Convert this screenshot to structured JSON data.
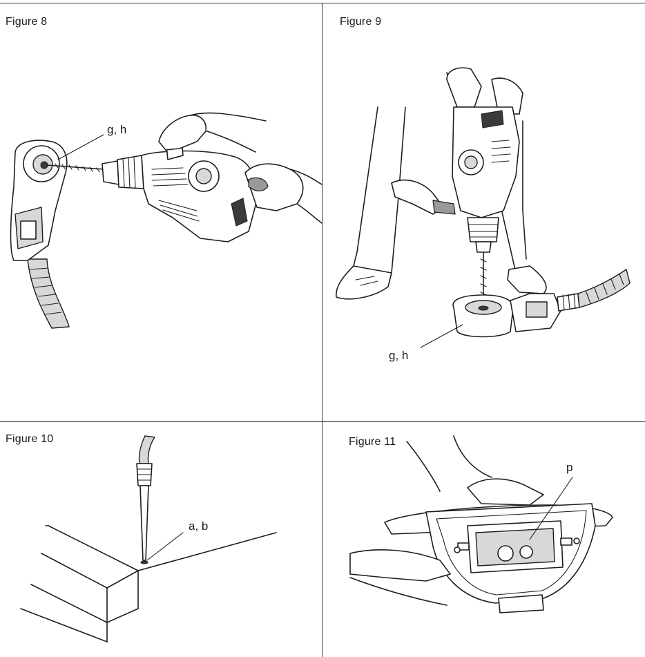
{
  "figures": [
    {
      "id": "fig8",
      "title": "Figure 8",
      "callout": "g, h"
    },
    {
      "id": "fig9",
      "title": "Figure 9",
      "callout": "g, h"
    },
    {
      "id": "fig10",
      "title": "Figure 10",
      "callout": "a, b"
    },
    {
      "id": "fig11",
      "title": "Figure 11",
      "callout": "p"
    }
  ]
}
